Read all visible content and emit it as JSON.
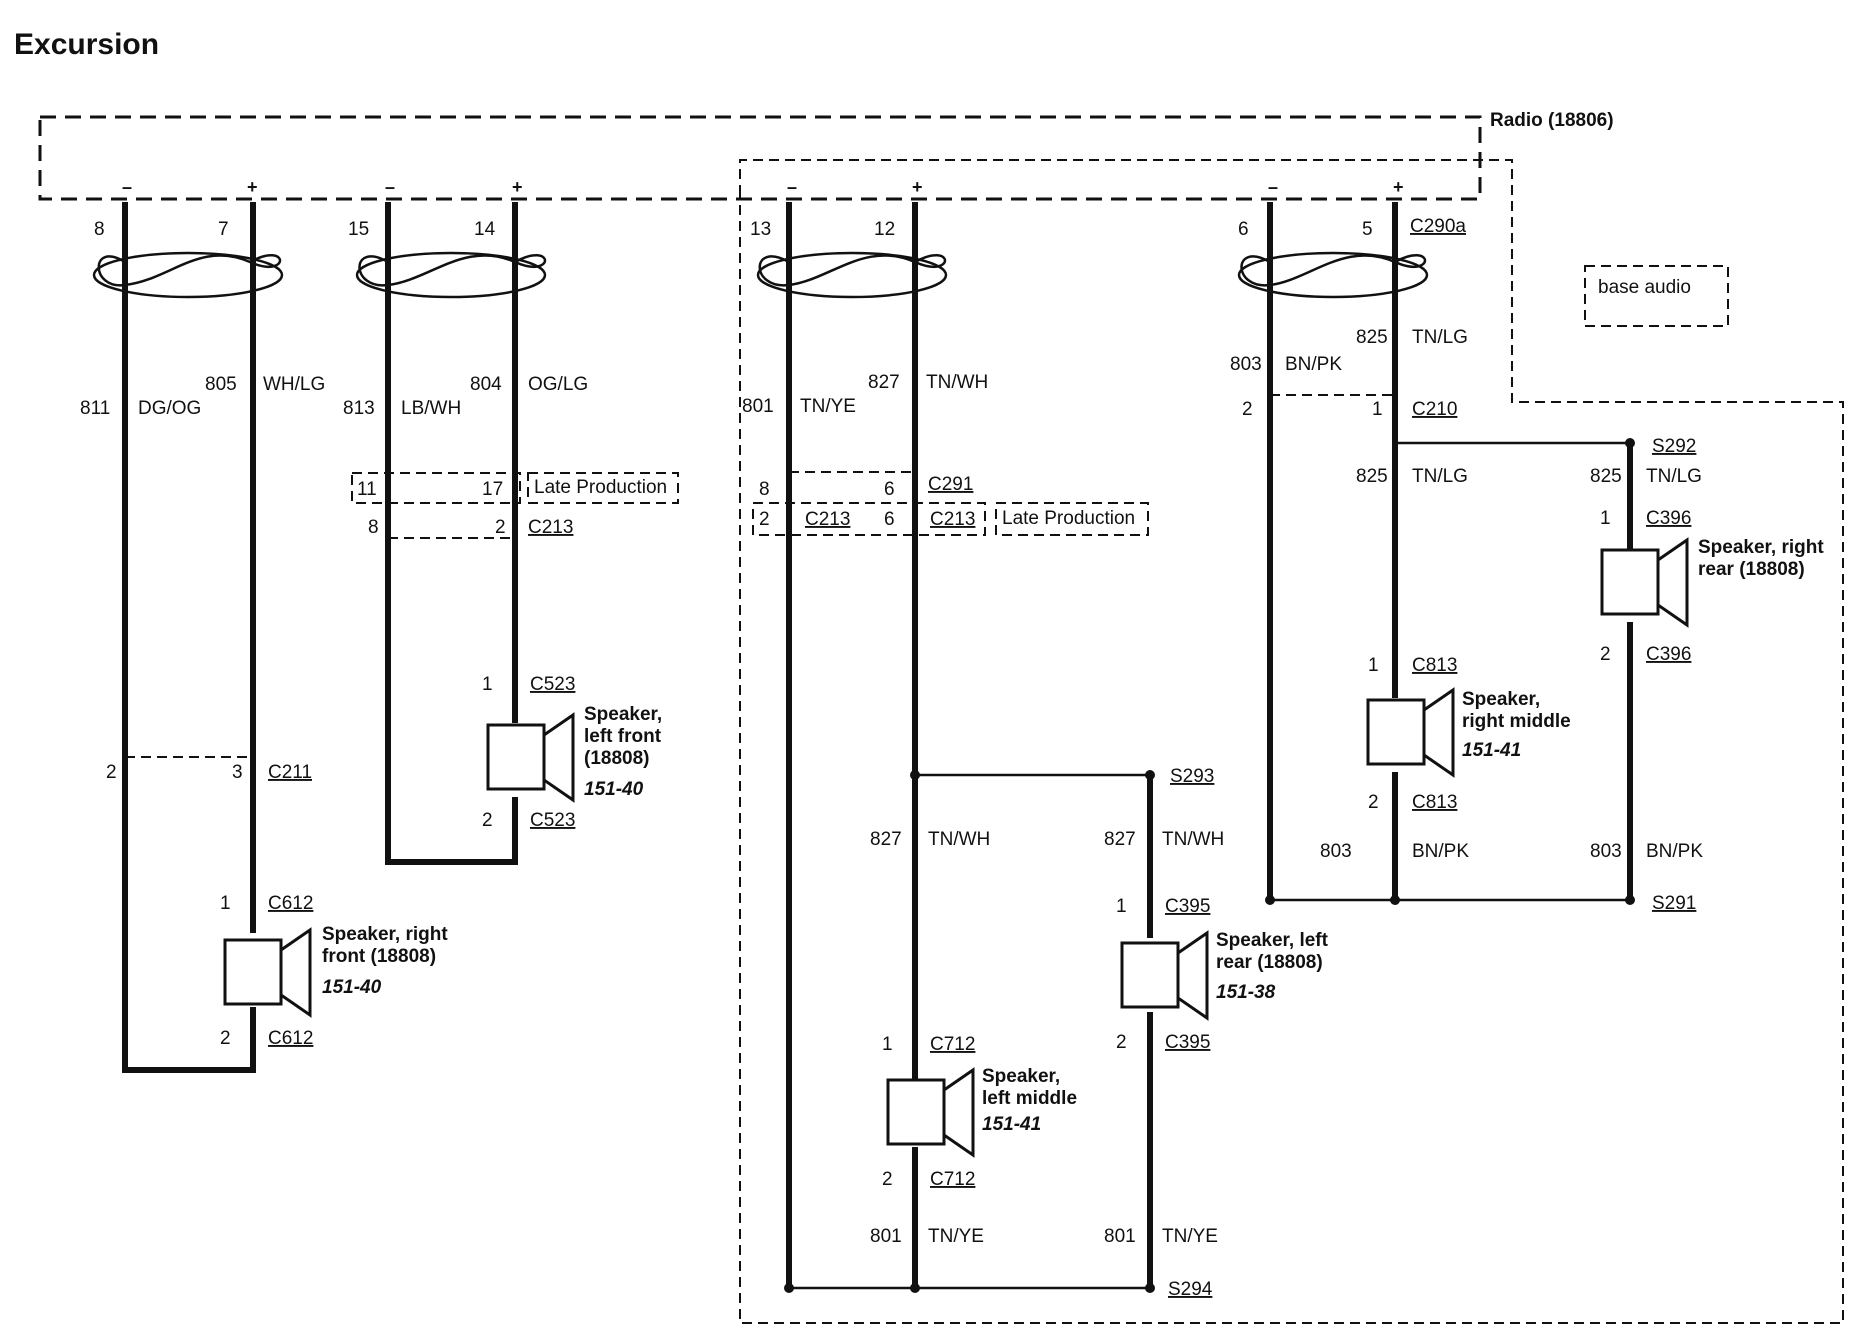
{
  "title": "Excursion",
  "radio_label": "Radio (18806)",
  "base_audio_label": "base audio",
  "late_production": "Late Production",
  "signs": {
    "minus": "–",
    "plus": "+"
  },
  "pins_top": [
    "8",
    "7",
    "15",
    "14",
    "13",
    "12",
    "6",
    "5"
  ],
  "connectors": {
    "c290a": "C290a",
    "c210": "C210",
    "c211": "C211",
    "c213": "C213",
    "c291": "C291",
    "c292": "S292",
    "c523": "C523",
    "c612": "C612",
    "c712": "C712",
    "c395": "C395",
    "c813": "C813",
    "c396": "C396",
    "s291": "S291",
    "s293": "S293",
    "s294": "S294"
  },
  "wires": {
    "w811": {
      "num": "811",
      "color": "DG/OG"
    },
    "w805": {
      "num": "805",
      "color": "WH/LG"
    },
    "w813": {
      "num": "813",
      "color": "LB/WH"
    },
    "w804": {
      "num": "804",
      "color": "OG/LG"
    },
    "w801": {
      "num": "801",
      "color": "TN/YE"
    },
    "w827": {
      "num": "827",
      "color": "TN/WH"
    },
    "w803": {
      "num": "803",
      "color": "BN/PK"
    },
    "w825": {
      "num": "825",
      "color": "TN/LG"
    }
  },
  "pins": {
    "p2": "2",
    "p3": "1",
    "p1": "1",
    "p11": "11",
    "p17": "17",
    "p8": "8",
    "p6": "6",
    "p2b": "2",
    "p3c": "3"
  },
  "speakers": {
    "rf": {
      "line1": "Speaker, right",
      "line2": "front (18808)",
      "ref": "151-40"
    },
    "lf": {
      "line1": "Speaker,",
      "line2": "left front",
      "line3": "(18808)",
      "ref": "151-40"
    },
    "lm": {
      "line1": "Speaker,",
      "line2": "left middle",
      "ref": "151-41"
    },
    "lr": {
      "line1": "Speaker, left",
      "line2": "rear (18808)",
      "ref": "151-38"
    },
    "rm": {
      "line1": "Speaker,",
      "line2": "right middle",
      "ref": "151-41"
    },
    "rr": {
      "line1": "Speaker, right",
      "line2": "rear (18808)"
    }
  }
}
